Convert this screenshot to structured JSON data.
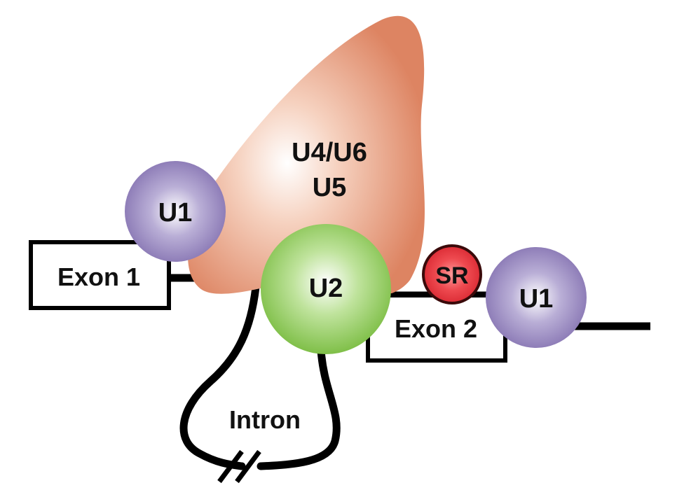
{
  "labels": {
    "complex": "U4/U6",
    "complex2": "U5",
    "u1_left": "U1",
    "u1_right": "U1",
    "u2": "U2",
    "sr": "SR",
    "exon1": "Exon 1",
    "exon2": "Exon 2",
    "intron": "Intron"
  },
  "colors": {
    "tri_snrnp": "#e08a66",
    "u1": "#8a7bb5",
    "u2": "#86c250",
    "sr": "#e0303a"
  }
}
